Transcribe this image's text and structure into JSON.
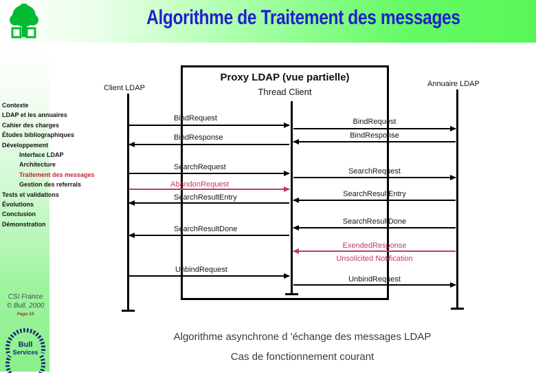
{
  "header": {
    "title": "Algorithme de Traitement des messages"
  },
  "sidebar": {
    "items": [
      {
        "label": "Contexte"
      },
      {
        "label": "LDAP et les annuaires"
      },
      {
        "label": "Cahier des charges"
      },
      {
        "label": "Études bibliographiques"
      },
      {
        "label": "Développement"
      },
      {
        "label": "Interface LDAP"
      },
      {
        "label": "Architecture"
      },
      {
        "label": "Traitement des messages"
      },
      {
        "label": "Gestion des referrals"
      },
      {
        "label": "Tests et validations"
      },
      {
        "label": "Évolutions"
      },
      {
        "label": "Conclusion"
      },
      {
        "label": "Démonstration"
      }
    ],
    "active_item": "Traitement des messages"
  },
  "diagram": {
    "actors": {
      "client": "Client LDAP",
      "proxy_title": "Proxy LDAP (vue partielle)",
      "proxy_subtitle": "Thread Client",
      "annuaire": "Annuaire LDAP"
    },
    "left_messages": [
      {
        "label": "BindRequest",
        "direction": "right"
      },
      {
        "label": "BindResponse",
        "direction": "left"
      },
      {
        "label": "SearchRequest",
        "direction": "right"
      },
      {
        "label": "AbandonRequest",
        "direction": "right",
        "highlight": true
      },
      {
        "label": "SearchResultEntry",
        "direction": "left"
      },
      {
        "label": "SearchResultDone",
        "direction": "left"
      },
      {
        "label": "UnbindRequest",
        "direction": "right"
      }
    ],
    "right_messages": [
      {
        "label": "BindRequest",
        "direction": "right"
      },
      {
        "label": "BindResponse",
        "direction": "left"
      },
      {
        "label": "SearchRequest",
        "direction": "right"
      },
      {
        "label": "SearchResultEntry",
        "direction": "left"
      },
      {
        "label": "SearchResultDone",
        "direction": "left"
      },
      {
        "label": "ExendedResponse",
        "direction": "left",
        "highlight": true
      },
      {
        "label": "Unsolicited Notification",
        "direction": "none",
        "highlight": true
      },
      {
        "label": "UnbindRequest",
        "direction": "right"
      }
    ]
  },
  "footer": {
    "line1": "Algorithme asynchrone d 'échange des messages LDAP",
    "line2": "Cas de fonctionnement courant"
  },
  "branding": {
    "org": "CSI France",
    "copyright": "© Bull, 2000",
    "page": "Page 15",
    "logo_line1": "Bull",
    "logo_line2": "Services"
  },
  "colors": {
    "title_blue": "#2121cc",
    "header_green": "#58f758",
    "band_green": "#8af08a",
    "sidebar_red": "#c22433",
    "diagram_red": "#c23a5a",
    "logo_navy": "#1b2a78",
    "tree_green": "#00bb33"
  }
}
